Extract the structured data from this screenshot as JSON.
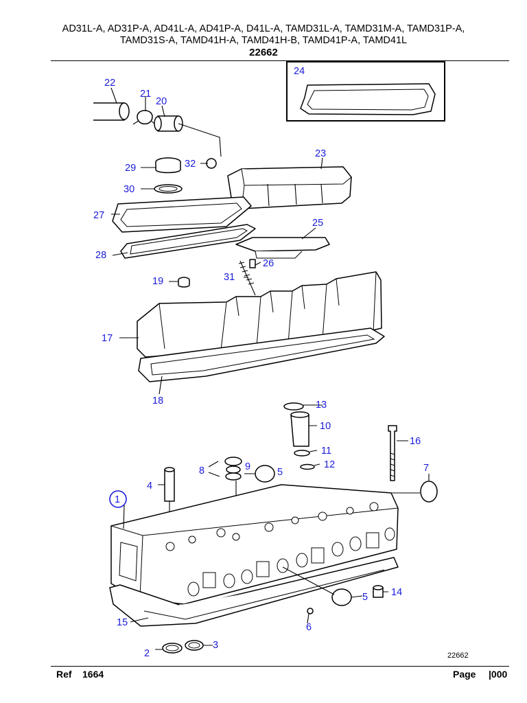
{
  "header": {
    "models_line1": "AD31L-A, AD31P-A, AD41L-A, AD41P-A, D41L-A, TAMD31L-A, TAMD31M-A, TAMD31P-A,",
    "models_line2": "TAMD31S-A, TAMD41H-A, TAMD41H-B, TAMD41P-A, TAMD41L",
    "group_number": "22662"
  },
  "diagram": {
    "drawing_number": "22662",
    "callouts": [
      "1",
      "2",
      "3",
      "4",
      "5",
      "5",
      "6",
      "7",
      "8",
      "9",
      "10",
      "11",
      "12",
      "13",
      "14",
      "15",
      "16",
      "17",
      "18",
      "19",
      "20",
      "21",
      "22",
      "23",
      "24",
      "25",
      "26",
      "27",
      "28",
      "29",
      "30",
      "31",
      "32"
    ]
  },
  "footer": {
    "ref_label": "Ref",
    "ref_value": "1664",
    "page_label": "Page",
    "page_value": "|000"
  }
}
